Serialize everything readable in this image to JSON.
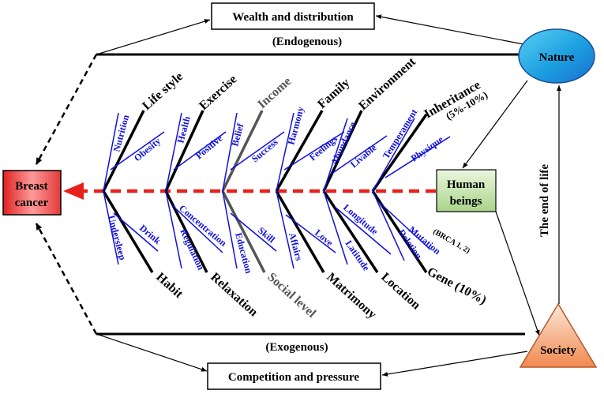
{
  "top": {
    "box_label": "Wealth and distribution",
    "spine_label": "(Endogenous)"
  },
  "bottom": {
    "box_label": "Competition and pressure",
    "spine_label": "(Exogenous)"
  },
  "effect": {
    "label_line1": "Breast",
    "label_line2": "cancer"
  },
  "human": {
    "label_line1": "Human",
    "label_line2": "beings"
  },
  "nature": {
    "label": "Nature"
  },
  "society": {
    "label": "Society"
  },
  "end_of_life": "The end of life",
  "upper_bones": [
    {
      "label": "Life style",
      "sub1": "Nutrition",
      "sub2": "Obesity"
    },
    {
      "label": "Exercise",
      "sub1": "Health",
      "sub2": "Positive"
    },
    {
      "label": "Income",
      "sub1": "Belief",
      "sub2": "Success"
    },
    {
      "label": "Family",
      "sub1": "Harmony",
      "sub2": "Feelings"
    },
    {
      "label": "Environment",
      "sub1": "Abundance",
      "sub2": "Livable"
    },
    {
      "label": "Inheritance",
      "label2": "(5%-10%)",
      "sub1": "Temperament",
      "sub2": "Physique"
    }
  ],
  "lower_bones": [
    {
      "label": "Habit",
      "sub1": "Undersleep",
      "sub2": "Drink"
    },
    {
      "label": "Relaxation",
      "sub1": "Regulation",
      "sub2": "Concentration"
    },
    {
      "label": "Social level",
      "sub1": "Education",
      "sub2": "Skill"
    },
    {
      "label": "Matrimony",
      "sub1": "Affairs",
      "sub2": "Love"
    },
    {
      "label": "Location",
      "sub1": "Latitude",
      "sub2": "Longitude"
    },
    {
      "label": "Gene (10%)",
      "sub1": "Deletion",
      "sub2": "Mutation",
      "sub3": "(BRCA 1, 2)"
    }
  ],
  "colors": {
    "spine": "#e8211b",
    "effect_fill": "#f26a6a",
    "human_fill": "#cfe8b8",
    "nature_fill": "#36b6e6",
    "society_fill": "#f4a878",
    "sub_text": "#1010dd",
    "income_group": "#555555"
  }
}
